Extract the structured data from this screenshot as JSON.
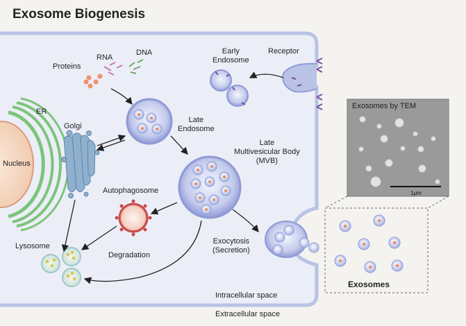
{
  "title": "Exosome Biogenesis",
  "labels": {
    "er": "ER",
    "nucleus": "Nucleus",
    "golgi": "Golgi",
    "proteins": "Proteins",
    "rna": "RNA",
    "dna": "DNA",
    "early_endosome": "Early\nEndosome",
    "receptor": "Receptor",
    "late_endosome": "Late\nEndosome",
    "mvb": "Late\nMultivesicular Body\n(MVB)",
    "autophagosome": "Autophagosome",
    "lysosome": "Lysosome",
    "degradation": "Degradation",
    "exocytosis": "Exocytosis\n(Secretion)",
    "intracellular": "Intracellular space",
    "extracellular": "Extracellular space",
    "tem_title": "Exosomes by TEM",
    "scale_bar": "1μm",
    "exosomes": "Exosomes"
  },
  "colors": {
    "membrane": "#b9c3e6",
    "cytoplasm": "#eceef7",
    "vesicle": "#c9d0ee",
    "nucleus": "#f6dcc7",
    "er": "#7cc47c",
    "golgi": "#7ea3c2",
    "lysosome": "#e9d96a",
    "autophagosome": "#c94a4a",
    "tem_bg": "#9a9a9a"
  }
}
